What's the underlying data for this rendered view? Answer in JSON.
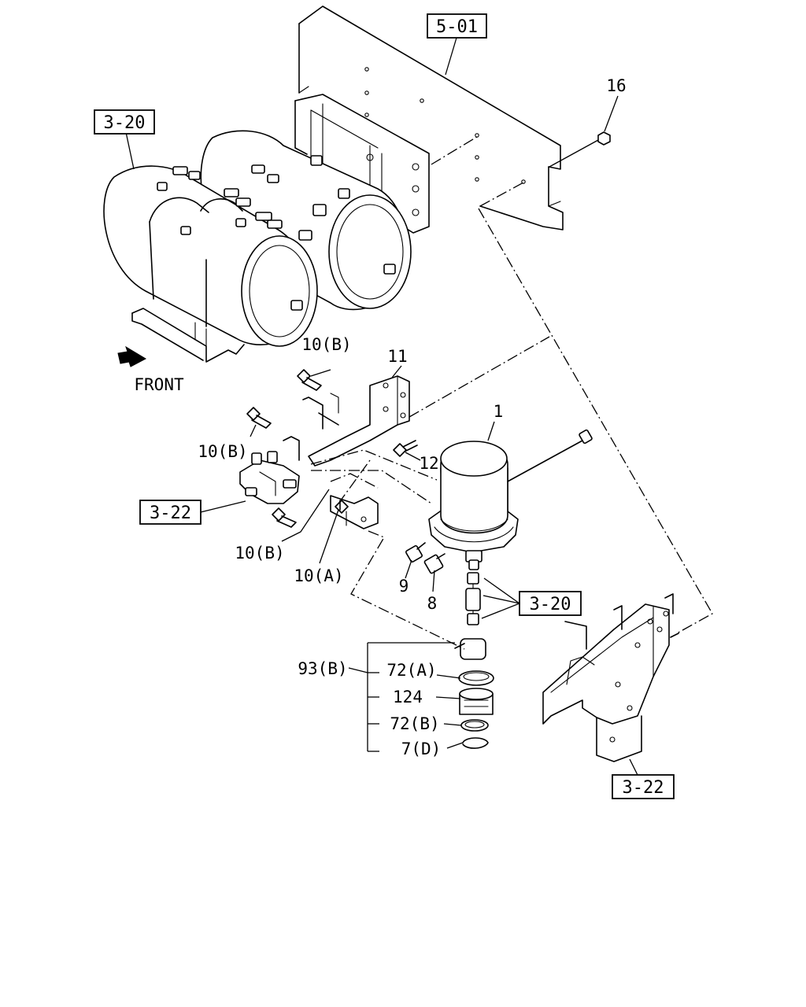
{
  "front_label": "FRONT",
  "refs": {
    "frame": "5-01",
    "tanks": "3-20",
    "valve": "3-22",
    "fittings": "3-20",
    "bracket": "3-22"
  },
  "parts": {
    "p16": "16",
    "p11": "11",
    "p1": "1",
    "p12": "12",
    "p9": "9",
    "p8": "8",
    "p10b_top": "10(B)",
    "p10b_mid": "10(B)",
    "p10b_low": "10(B)",
    "p10a": "10(A)",
    "p93b": "93(B)",
    "p72a": "72(A)",
    "p124": "124",
    "p72b": "72(B)",
    "p7d": "7(D)"
  }
}
